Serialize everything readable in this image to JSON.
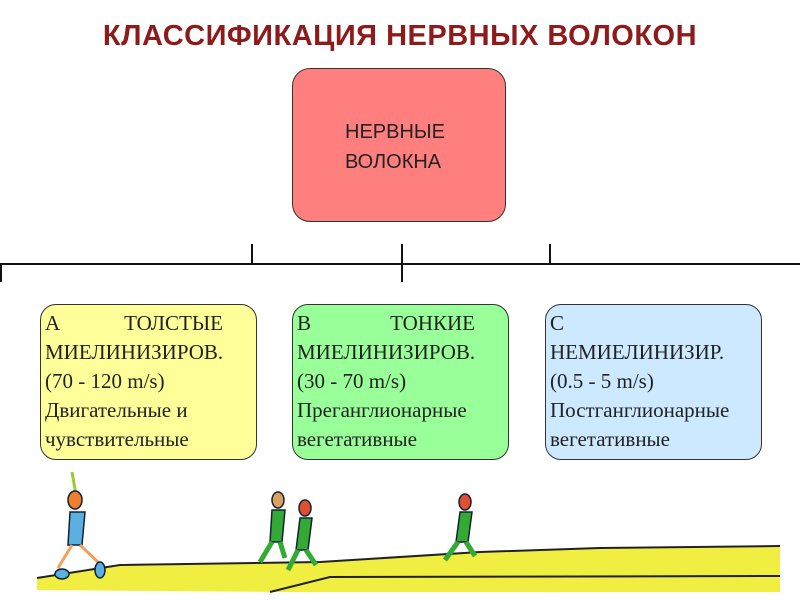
{
  "title": "КЛАССИФИКАЦИЯ НЕРВНЫХ  ВОЛОКОН",
  "root": {
    "line1": "НЕРВНЫЕ",
    "line2": "ВОЛОКНА",
    "color": "#ff7f7f"
  },
  "groups": [
    {
      "letter": "А",
      "name": "ТОЛСТЫЕ",
      "type": "МИЕЛИНИЗИРОВ.",
      "speed": "(70 - 120 m/s)",
      "desc1": "Двигательные и",
      "desc2": "чувствительные",
      "color": "#ffff99"
    },
    {
      "letter": "В",
      "name": "ТОНКИЕ",
      "type": "МИЕЛИНИЗИРОВ.",
      "speed": "(30 - 70 m/s)",
      "desc1": "Преганглионарные",
      "desc2": "вегетативные",
      "color": "#99ff99"
    },
    {
      "letter": "С",
      "name": "",
      "type": "НЕМИЕЛИНИЗИР.",
      "speed": "(0.5 - 5 m/s)",
      "desc1": "Постганглионарные",
      "desc2": "вегетативные",
      "color": "#cce9ff"
    }
  ],
  "illustration": {
    "subject": "running-figures-icon",
    "ground_color": "#f0ee40"
  }
}
